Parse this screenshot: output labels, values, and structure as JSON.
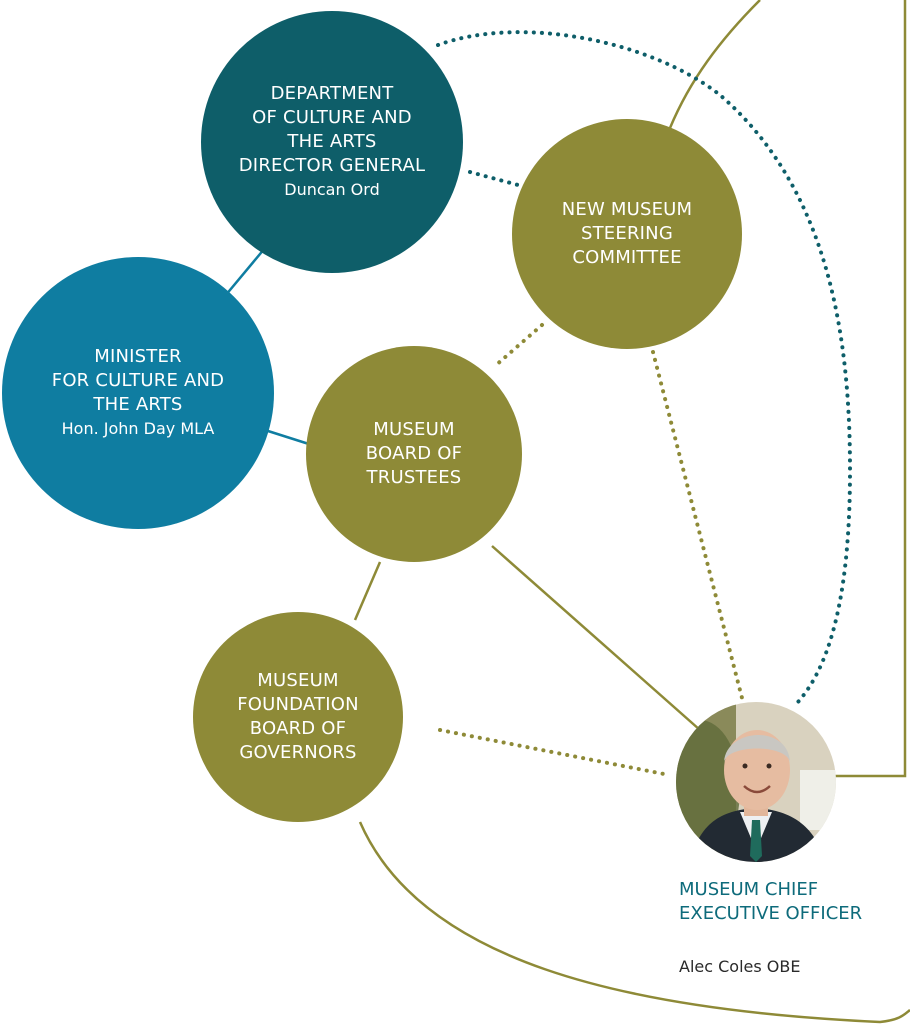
{
  "nodes": {
    "department": {
      "title": "DEPARTMENT\nOF CULTURE AND\nTHE ARTS\nDIRECTOR GENERAL",
      "person": "Duncan Ord"
    },
    "steering": {
      "title": "NEW MUSEUM\nSTEERING\nCOMMITTEE"
    },
    "minister": {
      "title": "MINISTER\nFOR CULTURE AND\nTHE ARTS",
      "person": "Hon. John Day MLA"
    },
    "trustees": {
      "title": "MUSEUM\nBOARD OF\nTRUSTEES"
    },
    "foundation": {
      "title": "MUSEUM\nFOUNDATION\nBOARD OF\nGOVERNORS"
    },
    "ceo": {
      "title": "MUSEUM CHIEF\nEXECUTIVE OFFICER",
      "person": "Alec Coles OBE"
    }
  },
  "colors": {
    "teal_dark": "#0e5e69",
    "blue": "#0f7da1",
    "olive": "#8e8a37",
    "ceo_title": "#0e6b7b"
  }
}
